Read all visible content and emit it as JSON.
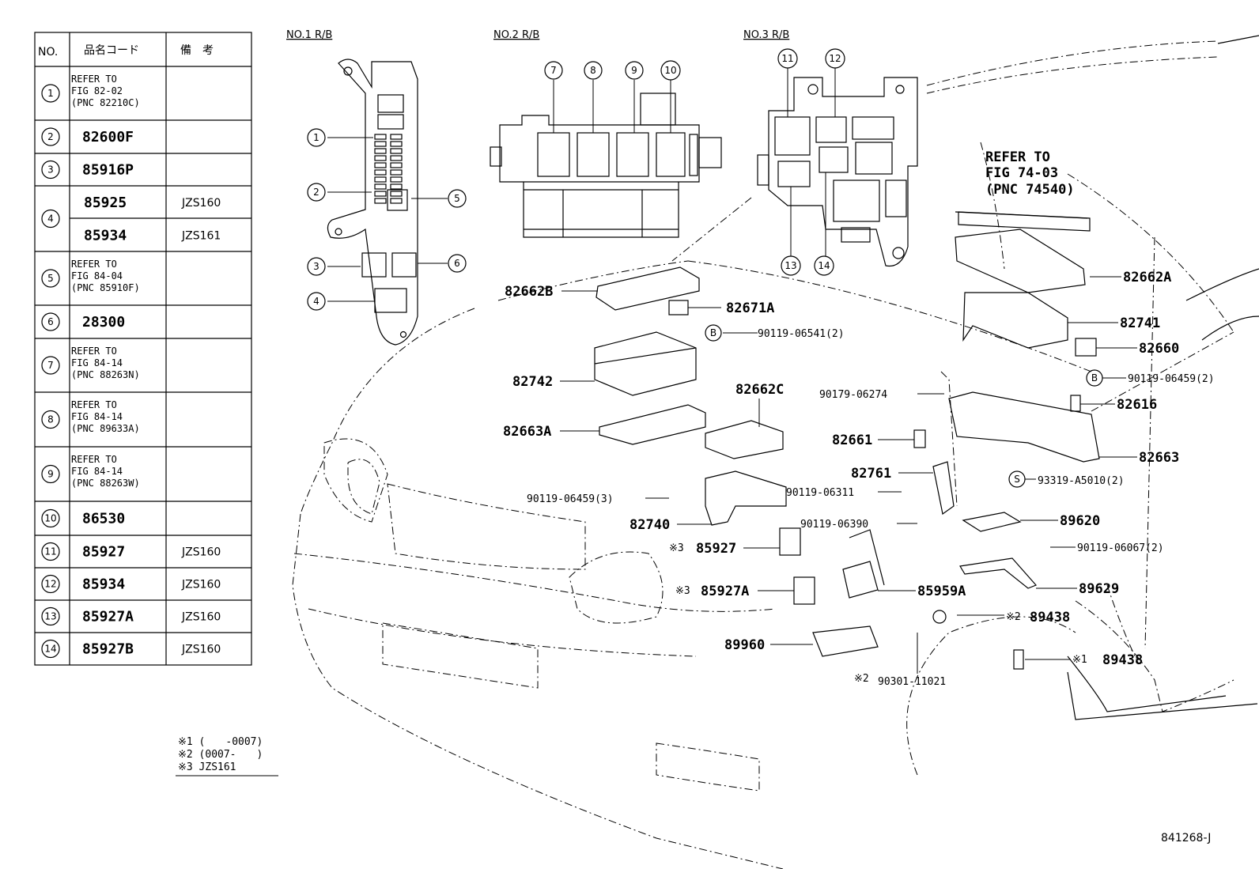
{
  "table": {
    "headers": {
      "no": "NO.",
      "code": "品名コード",
      "remark": "備　考"
    },
    "rows": [
      {
        "no": "1",
        "ref": [
          "REFER TO",
          "FIG 82-02",
          "(PNC 82210C)"
        ]
      },
      {
        "no": "2",
        "code": "82600F"
      },
      {
        "no": "3",
        "code": "85916P"
      },
      {
        "no": "4",
        "code": "85925",
        "remark": "JZS160",
        "code2": "85934",
        "remark2": "JZS161"
      },
      {
        "no": "5",
        "ref": [
          "REFER TO",
          "FIG 84-04",
          "(PNC 85910F)"
        ]
      },
      {
        "no": "6",
        "code": "28300"
      },
      {
        "no": "7",
        "ref": [
          "REFER TO",
          "FIG 84-14",
          "(PNC 88263N)"
        ]
      },
      {
        "no": "8",
        "ref": [
          "REFER TO",
          "FIG 84-14",
          "(PNC 89633A)"
        ]
      },
      {
        "no": "9",
        "ref": [
          "REFER TO",
          "FIG 84-14",
          "(PNC 88263W)"
        ]
      },
      {
        "no": "10",
        "code": "86530"
      },
      {
        "no": "11",
        "code": "85927",
        "remark": "JZS160"
      },
      {
        "no": "12",
        "code": "85934",
        "remark": "JZS160"
      },
      {
        "no": "13",
        "code": "85927A",
        "remark": "JZS160"
      },
      {
        "no": "14",
        "code": "85927B",
        "remark": "JZS160"
      }
    ]
  },
  "footnotes": [
    "※1 (　　-0007)",
    "※2 (0007-　　)",
    "※3 JZS161"
  ],
  "headers": {
    "rb1": "NO.1 R/B",
    "rb2": "NO.2 R/B",
    "rb3": "NO.3 R/B"
  },
  "refer_note": [
    "REFER TO",
    "FIG 74-03",
    "(PNC 74540)"
  ],
  "callouts": {
    "rb1": [
      "1",
      "2",
      "3",
      "4",
      "5",
      "6"
    ],
    "rb2": [
      "7",
      "8",
      "9",
      "10"
    ],
    "rb3": [
      "11",
      "12",
      "13",
      "14"
    ]
  },
  "parts": [
    {
      "text": "82662B"
    },
    {
      "text": "82671A"
    },
    {
      "text": "82662A"
    },
    {
      "text": "82741"
    },
    {
      "text": "82660"
    },
    {
      "text": "82742"
    },
    {
      "text": "82662C"
    },
    {
      "text": "82663A"
    },
    {
      "text": "82616"
    },
    {
      "text": "82663"
    },
    {
      "text": "82661"
    },
    {
      "text": "82761"
    },
    {
      "text": "82740"
    },
    {
      "text": "89620"
    },
    {
      "text": "85927"
    },
    {
      "text": "85927A"
    },
    {
      "text": "85959A"
    },
    {
      "text": "89629"
    },
    {
      "text": "89438"
    },
    {
      "text": "89438"
    },
    {
      "text": "89960"
    }
  ],
  "small_parts": [
    {
      "text": "90119-06541(2)"
    },
    {
      "text": "90119-06459(2)"
    },
    {
      "text": "90179-06274"
    },
    {
      "text": "93319-A5010(2)"
    },
    {
      "text": "90119-06459(3)"
    },
    {
      "text": "90119-06311"
    },
    {
      "text": "90119-06390"
    },
    {
      "text": "90119-06067(2)"
    },
    {
      "text": "90301-11021"
    }
  ],
  "bolt_marks": [
    "B",
    "B",
    "S"
  ],
  "marks": {
    "m3a": "※3",
    "m3b": "※3",
    "m2a": "※2",
    "m2b": "※2",
    "m1": "※1"
  },
  "figure_id": "841268-J"
}
